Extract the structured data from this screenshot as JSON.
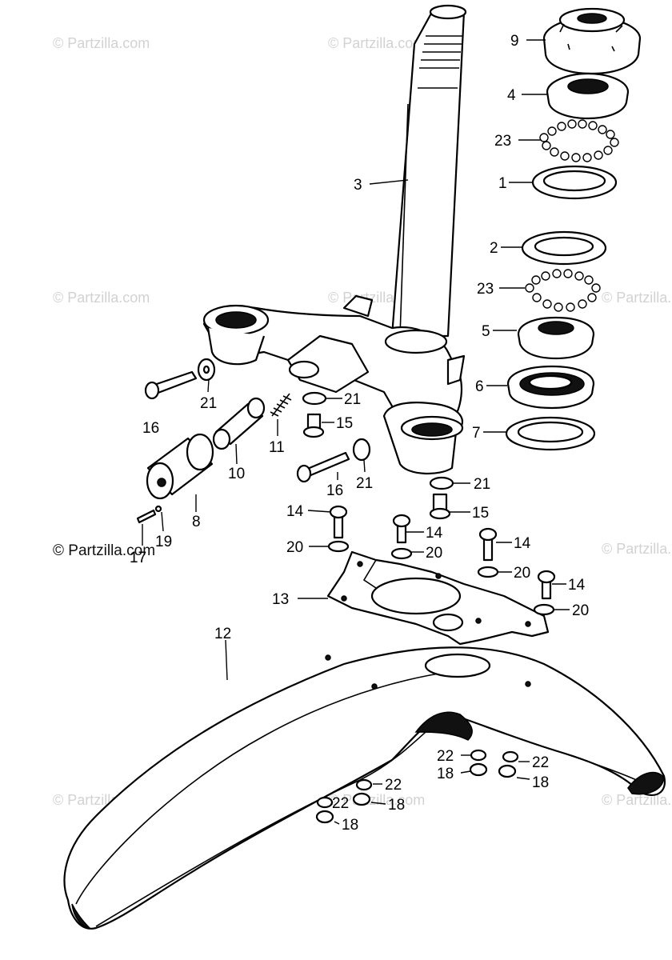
{
  "watermark": {
    "text": "© Partzilla.com"
  },
  "callouts": [
    {
      "id": "c9",
      "text": "9"
    },
    {
      "id": "c4",
      "text": "4"
    },
    {
      "id": "c23a",
      "text": "23"
    },
    {
      "id": "c1",
      "text": "1"
    },
    {
      "id": "c3",
      "text": "3"
    },
    {
      "id": "c2",
      "text": "2"
    },
    {
      "id": "c23b",
      "text": "23"
    },
    {
      "id": "c5",
      "text": "5"
    },
    {
      "id": "c6",
      "text": "6"
    },
    {
      "id": "c7",
      "text": "7"
    },
    {
      "id": "c21a",
      "text": "21"
    },
    {
      "id": "c16a",
      "text": "16"
    },
    {
      "id": "c21b",
      "text": "21"
    },
    {
      "id": "c15a",
      "text": "15"
    },
    {
      "id": "c11",
      "text": "11"
    },
    {
      "id": "c10",
      "text": "10"
    },
    {
      "id": "c16b",
      "text": "16"
    },
    {
      "id": "c21c",
      "text": "21"
    },
    {
      "id": "c21d",
      "text": "21"
    },
    {
      "id": "c15b",
      "text": "15"
    },
    {
      "id": "c8",
      "text": "8"
    },
    {
      "id": "c17",
      "text": "17"
    },
    {
      "id": "c19",
      "text": "19"
    },
    {
      "id": "c14a",
      "text": "14"
    },
    {
      "id": "c14b",
      "text": "14"
    },
    {
      "id": "c14c",
      "text": "14"
    },
    {
      "id": "c14d",
      "text": "14"
    },
    {
      "id": "c20a",
      "text": "20"
    },
    {
      "id": "c20b",
      "text": "20"
    },
    {
      "id": "c20c",
      "text": "20"
    },
    {
      "id": "c20d",
      "text": "20"
    },
    {
      "id": "c13",
      "text": "13"
    },
    {
      "id": "c12",
      "text": "12"
    },
    {
      "id": "c22a",
      "text": "22"
    },
    {
      "id": "c22b",
      "text": "22"
    },
    {
      "id": "c18a",
      "text": "18"
    },
    {
      "id": "c18b",
      "text": "18"
    },
    {
      "id": "c22c",
      "text": "22"
    },
    {
      "id": "c22d",
      "text": "22"
    },
    {
      "id": "c18c",
      "text": "18"
    },
    {
      "id": "c18d",
      "text": "18"
    }
  ]
}
